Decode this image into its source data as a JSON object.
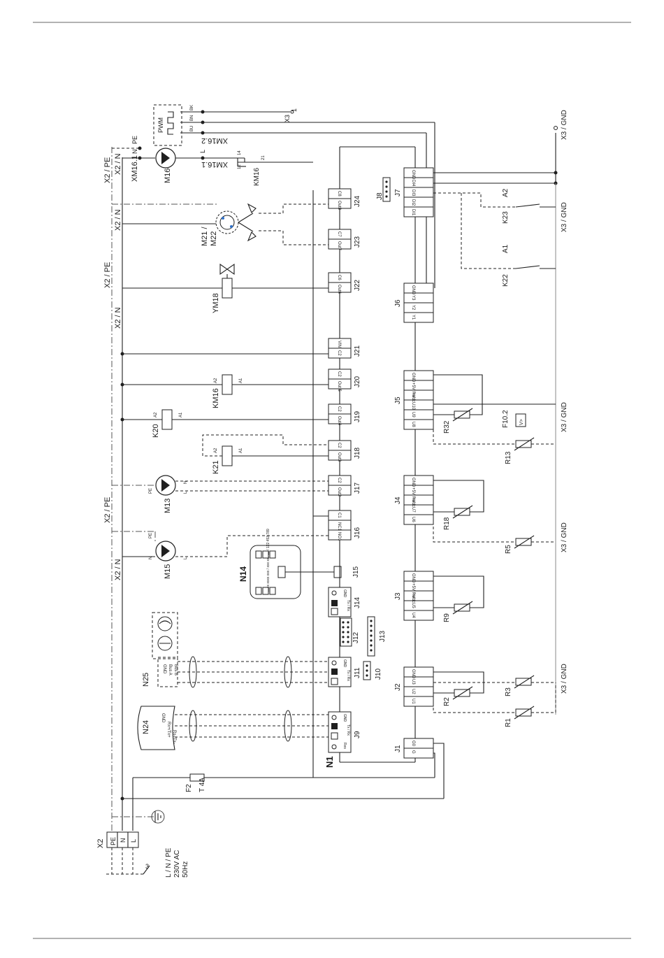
{
  "labels": {
    "pwm": "PWM",
    "bk": "BK",
    "bn": "BN",
    "bu": "BU",
    "x3": "X3",
    "x3_pin1": "1",
    "x3_gnd": "X3 / GND",
    "xm162": "XM16.2",
    "xm161": "XM16.1",
    "xm16_pin_l": "L",
    "xm16_pin_n": "N",
    "m16": "M16",
    "km16": "KM16",
    "pin_12": "12",
    "pin_14": "14",
    "pin_21": "21",
    "n": "N",
    "pe": "PE",
    "x2_pe": "X2 / PE",
    "x2_n": "X2 / N",
    "m21_m22_a": "M21 /",
    "m21_m22_b": "M22",
    "ym18": "YM18",
    "k20": "K20",
    "k21": "K21",
    "m13": "M13",
    "m15": "M15",
    "coil_a1": "A1",
    "coil_a2": "A2",
    "pump_l": "L",
    "pump_n": "N",
    "pump_pe": "PE",
    "n14": "N14",
    "n14_text": "xxxx xxxx xxx / xxx xxx 12 / 122 453 789",
    "n25": "N25",
    "n24": "N24",
    "n1": "N1",
    "gnd": "GND",
    "bus_a": "Bus A",
    "bus_b": "Bus B",
    "rx_tx_plus": "Rx+/Tx+",
    "rx_tx_minus": "Rx-/Tx-",
    "tx_rx": "Tx / Rx",
    "res": "Res",
    "f2": "F2",
    "t4a": "T 4A",
    "x2": "X2",
    "l": "L",
    "supply_a": "L / N / PE",
    "supply_b": "230V AC",
    "supply_c": "50Hz",
    "three": "3",
    "a1": "A1",
    "a2": "A2",
    "k22": "K22",
    "k23": "K23",
    "f102": "F10.2",
    "vplus": "V>",
    "r1": "R1",
    "r2": "R2",
    "r3": "R3",
    "r5": "R5",
    "r9": "R9",
    "r13": "R13",
    "r18": "R18",
    "r32": "R32"
  },
  "left_connectors": [
    {
      "id": "J24",
      "pins": [
        "C8",
        "Out8"
      ]
    },
    {
      "id": "J23",
      "pins": [
        "C7",
        "Out7"
      ]
    },
    {
      "id": "J22",
      "pins": [
        "C6",
        "Out6"
      ]
    },
    {
      "id": "J21",
      "pins": [
        "VIN",
        "C2"
      ]
    },
    {
      "id": "J20",
      "pins": [
        "C2",
        "Out 5"
      ]
    },
    {
      "id": "J19",
      "pins": [
        "C2",
        "Out4"
      ]
    },
    {
      "id": "J18",
      "pins": [
        "C2",
        "Out3"
      ]
    },
    {
      "id": "J17",
      "pins": [
        "C2",
        "Out2"
      ]
    },
    {
      "id": "J16",
      "pins": [
        "C1",
        "NC1",
        "NO1"
      ]
    }
  ],
  "right_connectors": [
    {
      "id": "J7",
      "pins": [
        "GND",
        "DI4",
        "DI3",
        "DI2",
        "DI1"
      ]
    },
    {
      "id": "J6",
      "pins": [
        "GND",
        "Y3",
        "Y2",
        "Y1"
      ]
    },
    {
      "id": "J5",
      "pins": [
        "GND",
        "+5V Ref",
        "+Vdc",
        "U10",
        "U9",
        "U8"
      ]
    },
    {
      "id": "J4",
      "pins": [
        "GND",
        "+5V Ref",
        "+Vdc",
        "U7",
        "U6"
      ]
    },
    {
      "id": "J3",
      "pins": [
        "GND",
        "+5V Ref",
        "+Vdc",
        "U5",
        "U4"
      ]
    },
    {
      "id": "J2",
      "pins": [
        "GND",
        "U3",
        "U2",
        "U1"
      ]
    },
    {
      "id": "J1",
      "pins": [
        "G0",
        "G"
      ]
    }
  ],
  "small_connectors": {
    "j15": "J15",
    "j14": "J14",
    "j13": "J13",
    "j12": "J12",
    "j11": "J11",
    "j10": "J10",
    "j9": "J9",
    "j8": "J8"
  }
}
